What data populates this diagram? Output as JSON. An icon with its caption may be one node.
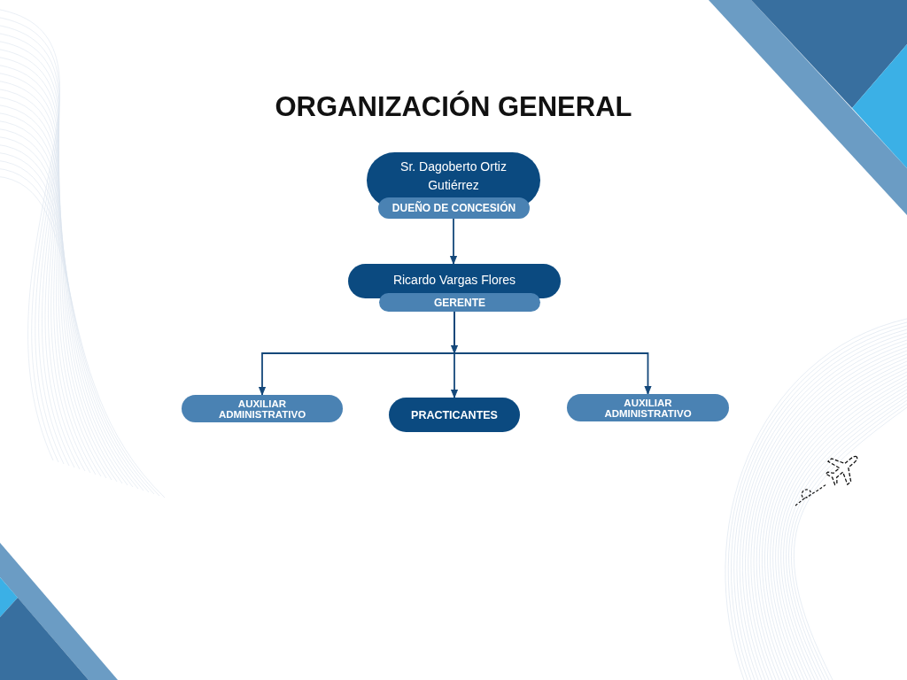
{
  "diagram": {
    "title": "ORGANIZACIÓN GENERAL",
    "nodes": [
      {
        "text": [
          "Sr. Dagoberto Ortiz Gutiérrez",
          "DUEÑO DE CONCESIÓN"
        ]
      },
      {
        "text": [
          "Ricardo Vargas Flores",
          "GERENTE"
        ]
      },
      {
        "text": [
          "AUXILIAR ADMINISTRATIVO"
        ]
      },
      {
        "text": [
          "PRACTICANTES"
        ]
      },
      {
        "text": [
          "AUXILIAR ADMINISTRATIVO"
        ]
      }
    ],
    "edges": [
      {
        "from": 0,
        "to": 1,
        "arrow": "to"
      },
      {
        "from": 1,
        "to": 2,
        "arrow": "to"
      },
      {
        "from": 1,
        "to": 3,
        "arrow": "to"
      },
      {
        "from": 1,
        "to": 4,
        "arrow": "to"
      }
    ]
  }
}
